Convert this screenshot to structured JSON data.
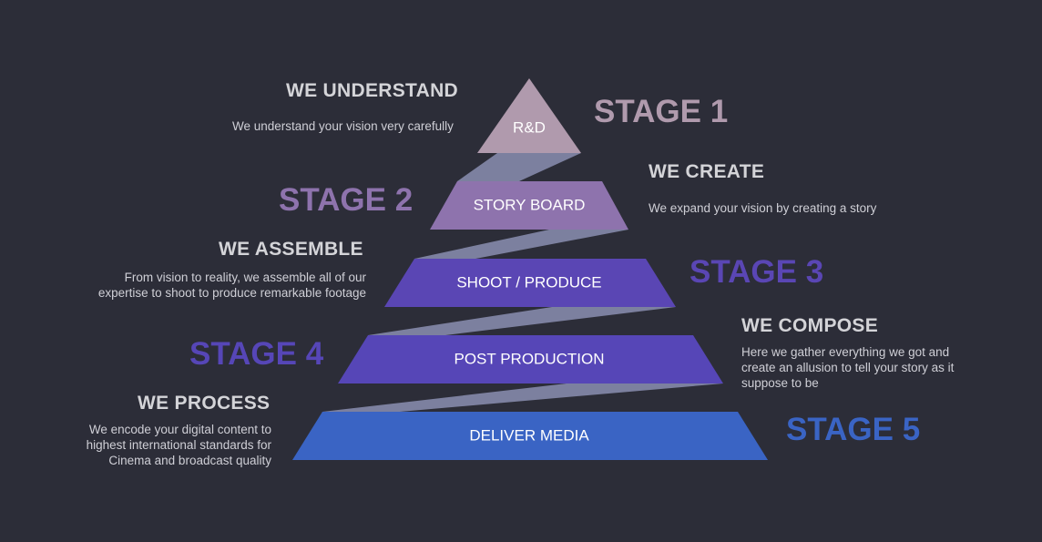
{
  "colors": {
    "background": "#2c2d38",
    "connector": "#8589ab",
    "text": "#d4d4d8"
  },
  "tiers": [
    {
      "label": "R&D",
      "color": "#b09aad"
    },
    {
      "label": "STORY BOARD",
      "color": "#8e73ad"
    },
    {
      "label": "SHOOT / PRODUCE",
      "color": "#5a46b4"
    },
    {
      "label": "POST PRODUCTION",
      "color": "#5646b7"
    },
    {
      "label": "DELIVER MEDIA",
      "color": "#3a64c4"
    }
  ],
  "stages": [
    {
      "label": "STAGE 1",
      "color": "#b09aad",
      "heading": "WE UNDERSTAND",
      "description": "We understand your vision very carefully"
    },
    {
      "label": "STAGE 2",
      "color": "#8e73ad",
      "heading": "WE CREATE",
      "description": "We expand your vision by creating a story"
    },
    {
      "label": "STAGE 3",
      "color": "#5a46b4",
      "heading": "WE ASSEMBLE",
      "description": "From vision to reality, we assemble all of our expertise to shoot to produce remarkable footage"
    },
    {
      "label": "STAGE 4",
      "color": "#5646b7",
      "heading": "WE COMPOSE",
      "description": "Here we gather everything we got and create an allusion to tell your story as it suppose to be"
    },
    {
      "label": "STAGE 5",
      "color": "#3a64c4",
      "heading": "WE PROCESS",
      "description": "We encode your digital content to highest international standards for Cinema and broadcast quality"
    }
  ]
}
